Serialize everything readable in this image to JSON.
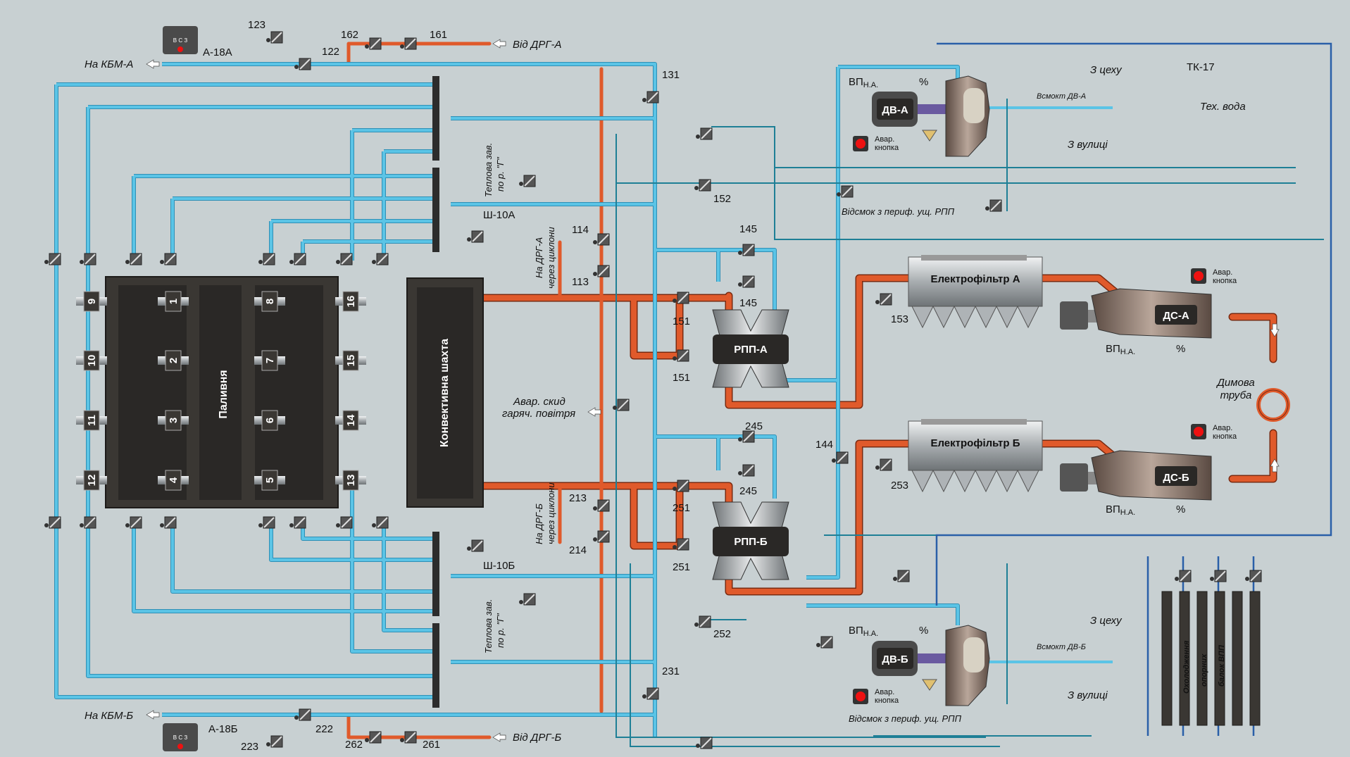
{
  "furnace": {
    "label": "Паливня",
    "burners": [
      "9",
      "10",
      "11",
      "12",
      "1",
      "2",
      "3",
      "4",
      "8",
      "7",
      "6",
      "5",
      "16",
      "15",
      "14",
      "13"
    ]
  },
  "shaft": {
    "label": "Конвективна шахта"
  },
  "rpp": {
    "a": "РПП-А",
    "b": "РПП-Б"
  },
  "filters": {
    "a": "Електрофільтр А",
    "b": "Електрофільтр Б"
  },
  "smoke_exhausters": {
    "a": "ДС-А",
    "b": "ДС-Б"
  },
  "blowers": {
    "a": "ДВ-А",
    "b": "ДВ-Б"
  },
  "chimney": {
    "line1": "Димова",
    "line2": "труба"
  },
  "labels": {
    "to_kbm_a": "На КБМ-А",
    "to_kbm_b": "На КБМ-Б",
    "from_drg_a": "Від ДРГ-А",
    "from_drg_b": "Від ДРГ-Б",
    "sh10a": "Ш-10А",
    "sh10b": "Ш-10Б",
    "heat_a": "Теплова зав.",
    "heat_a2": "по р. \"Г\"",
    "heat_b": "Теплова зав.",
    "heat_b2": "по р. \"Г\"",
    "to_drg_a": "На ДРГ-А",
    "to_drg_a2": "через циклони",
    "to_drg_b": "На ДРГ-Б",
    "to_drg_b2": "через циклони",
    "emerg_dump": "Авар. скид",
    "emerg_dump2": "гаряч. повітря",
    "suction_a": "Всмокт ДВ-А",
    "suction_b": "Всмокт ДВ-Б",
    "from_shop": "З цеху",
    "from_street": "З вулиці",
    "from_shop_b": "З цеху",
    "from_street_b": "З вулиці",
    "periph_a": "Відсмок з периф. ущ. РПП",
    "periph_b": "Відсмок з периф. ущ. РПП",
    "tk17": "ТК-17",
    "tech_water": "Тех. вода",
    "a18a": "А-18А",
    "a18b": "А-18Б",
    "cooling1": "Охолодження",
    "cooling2": "опорних",
    "cooling3": "балок ВПП",
    "vp": "ВП",
    "vp_sub": "Н.А.",
    "pct": "%",
    "emerg_btn1": "Авар.",
    "emerg_btn2": "кнопка",
    "panel_letters": "В С З"
  },
  "valves": [
    "123",
    "122",
    "162",
    "161",
    "131",
    "114",
    "113",
    "152",
    "145",
    "145",
    "151",
    "151",
    "153",
    "245",
    "245",
    "144",
    "213",
    "214",
    "251",
    "251",
    "253",
    "252",
    "231",
    "223",
    "222",
    "262",
    "261"
  ],
  "colors": {
    "air": "#5bc4e6",
    "hot": "#e05a2b",
    "water": "#2a5fa8",
    "bg": "#c8d0d2",
    "dark": "#3a3733"
  }
}
